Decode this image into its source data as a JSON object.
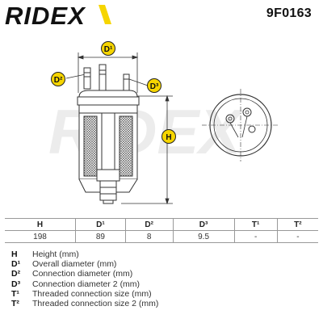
{
  "brand": {
    "logo_text": "RIDEX"
  },
  "header": {
    "part_code": "9F0163"
  },
  "drawing": {
    "badges": {
      "d1": "D¹",
      "d2": "D²",
      "d3": "D³",
      "h": "H"
    },
    "colors": {
      "badge": "#f6d500",
      "line": "#333333",
      "watermark": "#e9e9e9"
    },
    "watermark_text": "RIDEX"
  },
  "table": {
    "headers": [
      "H",
      "D¹",
      "D²",
      "D³",
      "T¹",
      "T²"
    ],
    "values": [
      "198",
      "89",
      "8",
      "9.5",
      "-",
      "-"
    ]
  },
  "legend": [
    {
      "symbol": "H",
      "text": "Height (mm)"
    },
    {
      "symbol": "D¹",
      "text": "Overall diameter (mm)"
    },
    {
      "symbol": "D²",
      "text": "Connection diameter (mm)"
    },
    {
      "symbol": "D³",
      "text": "Connection diameter 2 (mm)"
    },
    {
      "symbol": "T¹",
      "text": "Threaded connection size (mm)"
    },
    {
      "symbol": "T²",
      "text": "Threaded connection size 2 (mm)"
    }
  ]
}
